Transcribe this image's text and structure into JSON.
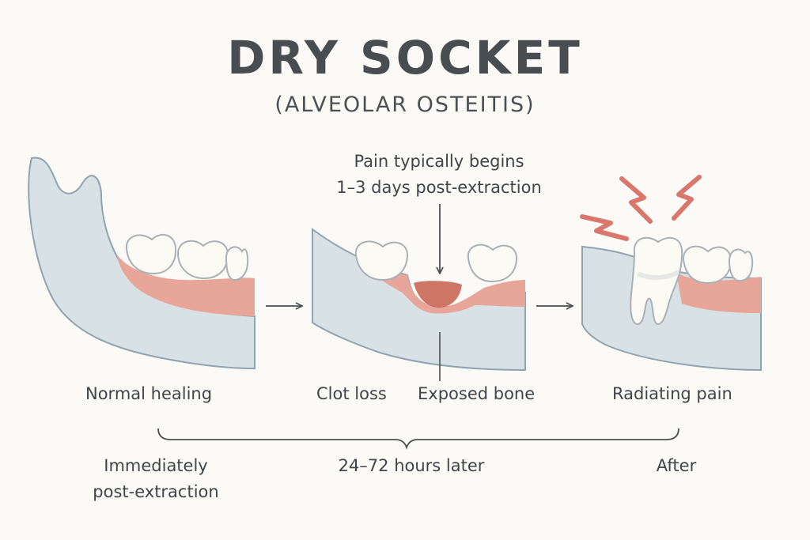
{
  "title": "DRY SOCKET",
  "subtitle": "(ALVEOLAR OSTEITIS)",
  "note": {
    "line1": "Pain typically begins",
    "line2": "1–3 days post-extraction"
  },
  "panels": [
    {
      "id": "normal",
      "label": "Normal healing"
    },
    {
      "id": "clot",
      "label": "Clot loss"
    },
    {
      "id": "bone",
      "label": "Exposed bone"
    },
    {
      "id": "pain",
      "label": "Radiating pain"
    }
  ],
  "timeline": [
    {
      "line1": "Immediately",
      "line2": "post-extraction"
    },
    {
      "line1": "24–72 hours later"
    },
    {
      "line1": "After"
    }
  ],
  "colors": {
    "bone": "#d8e1e5",
    "bone_stroke": "#8fa4b0",
    "gum": "#e8a69b",
    "gum_dark": "#c55e4c",
    "tooth": "#fbfaf4",
    "tooth_stroke": "#aab1b4",
    "pain": "#d9776c",
    "line": "#4a4f52"
  }
}
